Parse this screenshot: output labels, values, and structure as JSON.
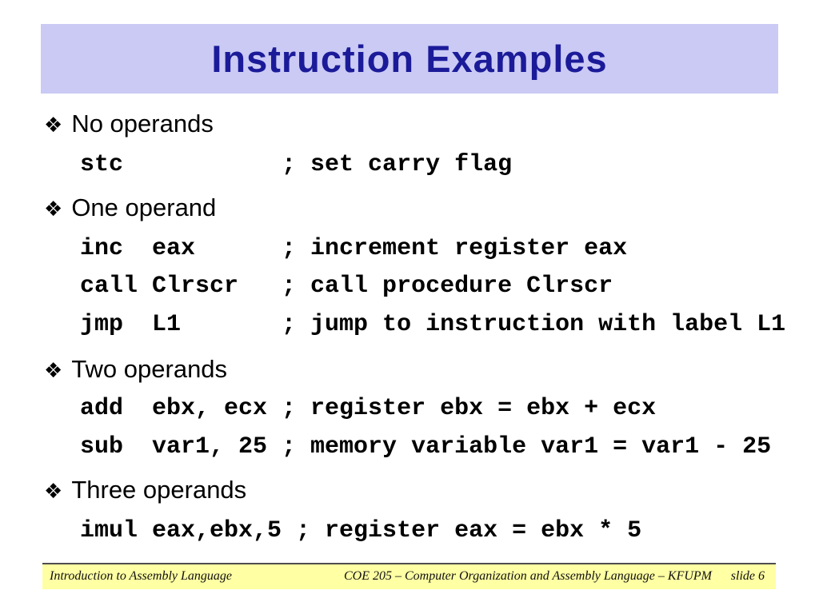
{
  "slide": {
    "title": "Instruction Examples",
    "bullet_glyph": "❖",
    "colors": {
      "title_banner_bg": "#cacaf5",
      "title_text": "#1b1b99",
      "footer_bg": "#ffffa3",
      "footer_rule": "#4d4d4d",
      "body_text": "#000000"
    }
  },
  "sections": [
    {
      "heading": "No operands",
      "lines": [
        "stc           ; set carry flag"
      ]
    },
    {
      "heading": "One operand",
      "lines": [
        "inc  eax      ; increment register eax",
        "call Clrscr   ; call procedure Clrscr",
        "jmp  L1       ; jump to instruction with label L1"
      ]
    },
    {
      "heading": "Two operands",
      "lines": [
        "add  ebx, ecx ; register ebx = ebx + ecx",
        "sub  var1, 25 ; memory variable var1 = var1 - 25"
      ]
    },
    {
      "heading": "Three operands",
      "lines": [
        "imul eax,ebx,5 ; register eax = ebx * 5"
      ]
    }
  ],
  "footer": {
    "left": "Introduction to Assembly Language",
    "center": "COE 205 – Computer Organization and Assembly Language – KFUPM",
    "right": "slide 6"
  }
}
